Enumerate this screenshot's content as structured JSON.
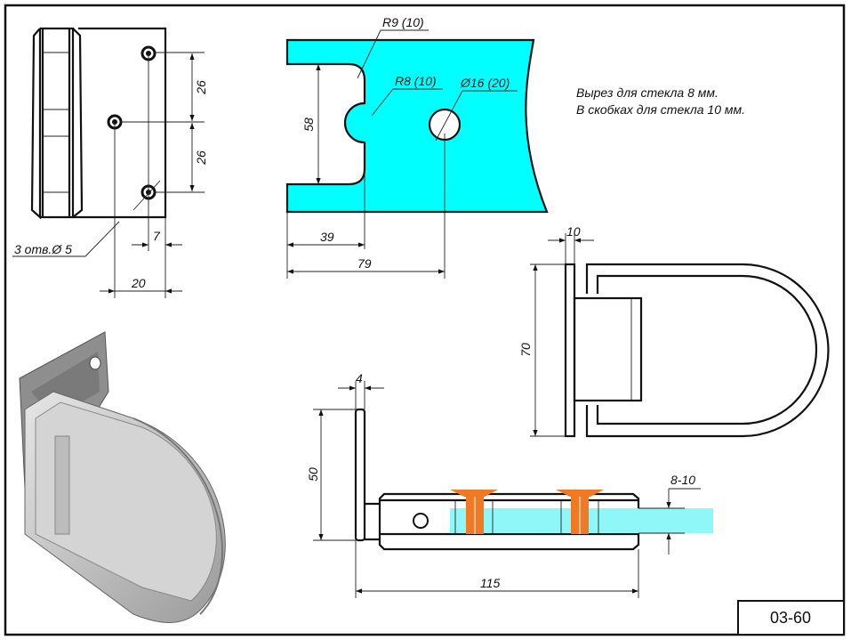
{
  "drawing_code": "03-60",
  "notes": {
    "line1": "Вырез для стекла 8 мм.",
    "line2": "В скобках для стекла 10 мм."
  },
  "front_view": {
    "dim_26_top": "26",
    "dim_26_bottom": "26",
    "dim_7": "7",
    "dim_20": "20",
    "holes_label": "3 отв.Ø 5"
  },
  "cutout_view": {
    "r9": "R9 (10)",
    "r8": "R8 (10)",
    "hole": "Ø16 (20)",
    "dim_58": "58",
    "dim_39": "39",
    "dim_79": "79"
  },
  "top_view": {
    "dim_10": "10",
    "dim_70": "70"
  },
  "side_view": {
    "dim_4": "4",
    "dim_50": "50",
    "dim_115": "115",
    "dim_glass": "8-10"
  },
  "colors": {
    "glass": "#00ffff",
    "glass_light": "#8ff7f7",
    "screw": "#f07a24",
    "metal": "#b8b8b8"
  }
}
